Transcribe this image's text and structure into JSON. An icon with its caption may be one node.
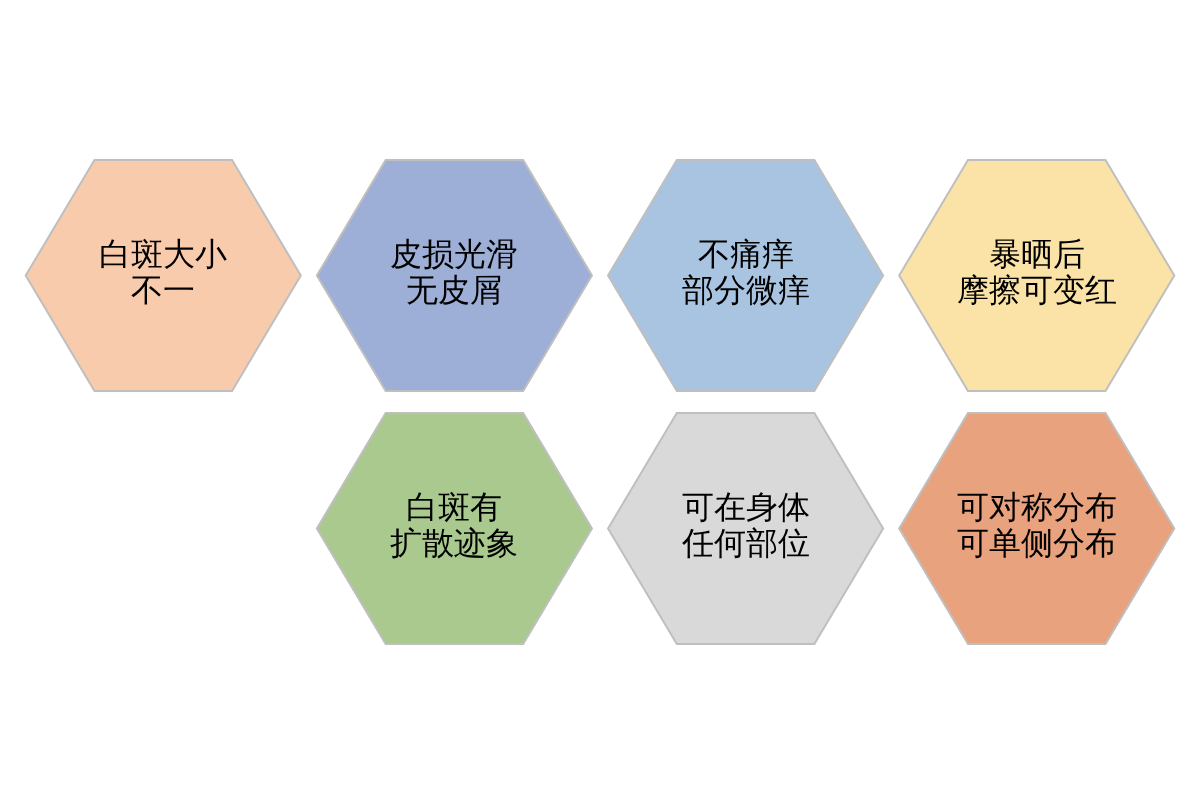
{
  "diagram": {
    "nodes": [
      {
        "text": [
          "不痛痒部分微痒"
        ]
      },
      {
        "text": [
          "皮损光滑无皮屑"
        ]
      },
      {
        "text": [
          "暴晒后摩擦可变红"
        ]
      },
      {
        "text": [
          "白斑大小不一"
        ]
      },
      {
        "text": [
          "可在身体任何部位"
        ]
      },
      {
        "text": [
          "白斑有扩散迹象"
        ]
      },
      {
        "text": [
          "可对称分布可单侧分布"
        ]
      }
    ]
  }
}
